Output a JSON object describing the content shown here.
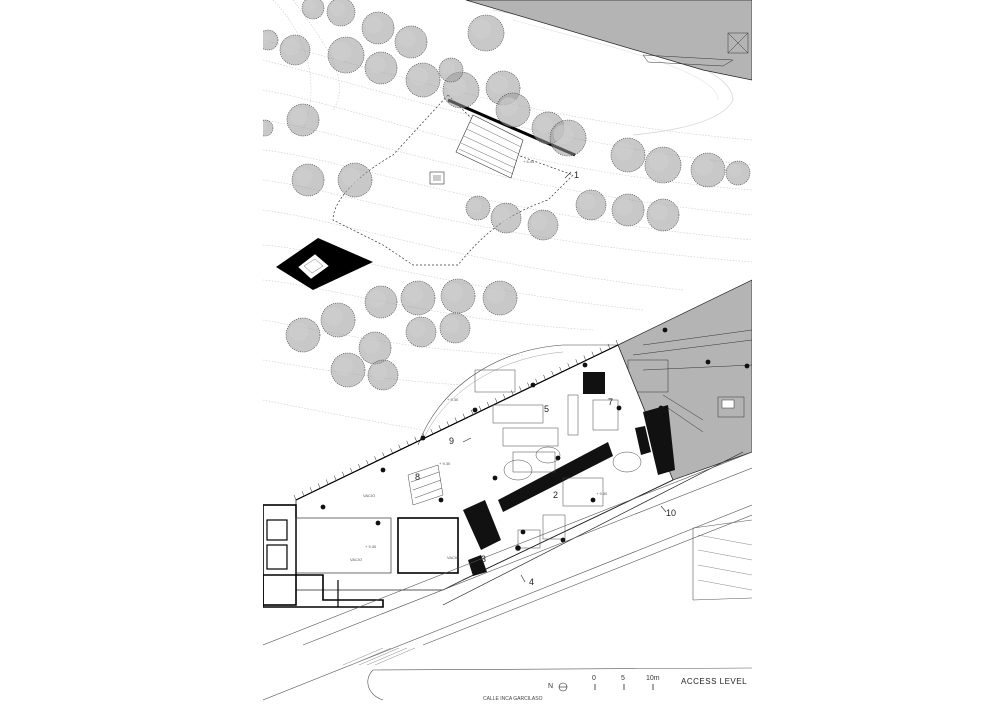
{
  "labels": {
    "l1": "1",
    "l2": "2",
    "l3": "3",
    "l4": "4",
    "l5": "5",
    "l7": "7",
    "l8": "8",
    "l9": "9",
    "l10": "10"
  },
  "levels": {
    "a": "+ 6.45",
    "b": "+ 9.30",
    "c": "+ 9.30",
    "d": "+ 9.30",
    "e": "+ 9.30"
  },
  "voids": {
    "v1": "VACIO",
    "v2": "VACIO",
    "v3": "VACIO"
  },
  "scale": {
    "t0": "0",
    "t5": "5",
    "t10": "10m"
  },
  "north": "N",
  "street_name": "CALLE INCA GARCILASO",
  "title": "ACCESS LEVEL",
  "colors": {
    "ink": "#111111",
    "tree": "#777777",
    "shade": "#b4b4b4",
    "contour": "#c8c8c8"
  }
}
